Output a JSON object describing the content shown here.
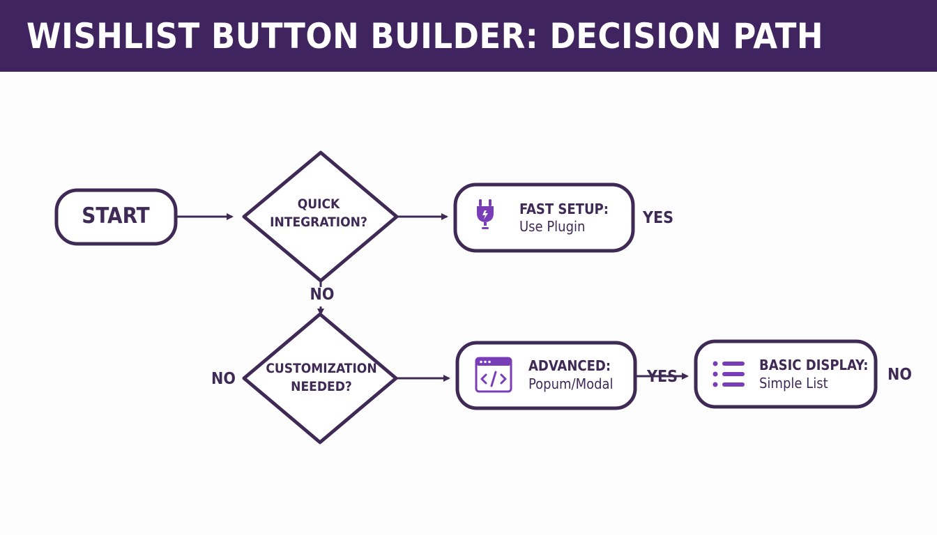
{
  "title": "WISHLIST BUTTON BUILDER: DECISION PATH",
  "colors": {
    "header_bg": "#3f245f",
    "stroke": "#3f2a56",
    "icon_accent": "#7a3db8",
    "background": "#fdfdfe"
  },
  "nodes": {
    "start": {
      "label": "START"
    },
    "quick_integration": {
      "line1": "QUICK",
      "line2": "INTEGRATION?"
    },
    "fast_setup": {
      "title": "FAST SETUP:",
      "subtitle": "Use Plugin",
      "icon": "plug-icon"
    },
    "customization_needed": {
      "line1": "CUSTOMIZATION",
      "line2": "NEEDED?"
    },
    "advanced": {
      "title": "ADVANCED:",
      "subtitle": "Popum/Modal",
      "icon": "code-window-icon"
    },
    "basic_display": {
      "title": "BASIC DISPLAY:",
      "subtitle": "Simple List",
      "icon": "list-icon"
    }
  },
  "edge_labels": {
    "fast_setup_yes": "YES",
    "quick_integration_no": "NO",
    "customization_left_no": "NO",
    "advanced_yes": "YES",
    "basic_display_no": "NO"
  }
}
